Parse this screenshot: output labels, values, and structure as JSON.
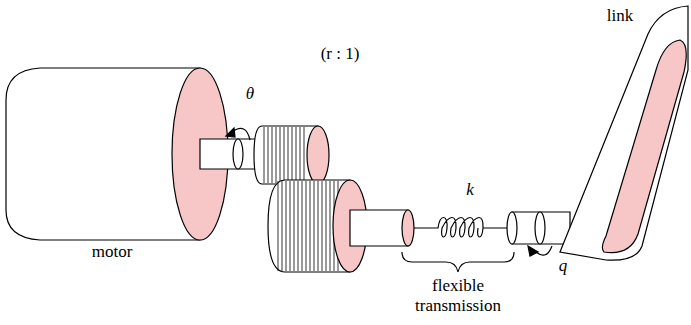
{
  "diagram": {
    "labels": [
      "θ",
      "(r : 1)",
      "k",
      "link",
      "motor",
      "q",
      "flexible transmission"
    ]
  }
}
